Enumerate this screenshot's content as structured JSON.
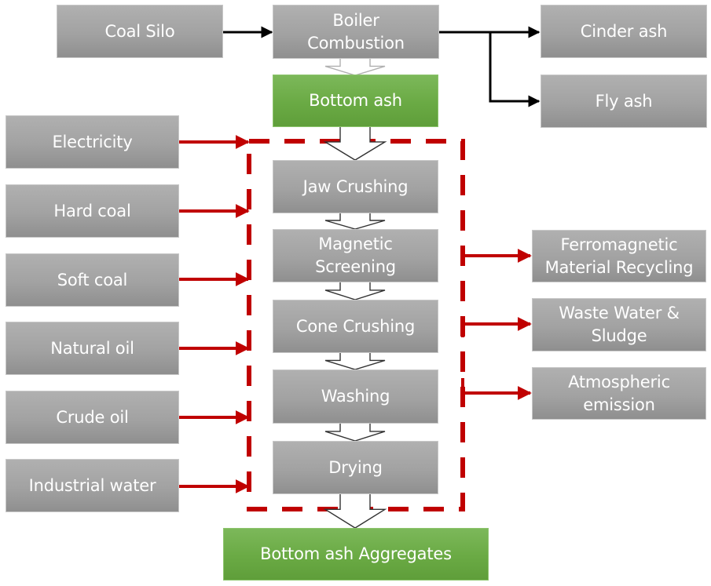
{
  "diagram": {
    "colors": {
      "process_box": "#a2a2a2",
      "product_box": "#6aaa44",
      "flow_arrow": "#000000",
      "boundary": "#c00000",
      "text": "#ffffff"
    },
    "combustion": {
      "coal_silo": "Coal Silo",
      "boiler": "Boiler\nCombustion",
      "cinder_ash": "Cinder ash",
      "fly_ash": "Fly ash",
      "bottom_ash": "Bottom ash"
    },
    "inputs": [
      {
        "label": "Electricity"
      },
      {
        "label": "Hard coal"
      },
      {
        "label": "Soft coal"
      },
      {
        "label": "Natural oil"
      },
      {
        "label": "Crude oil"
      },
      {
        "label": "Industrial water"
      }
    ],
    "process_steps": [
      {
        "label": "Jaw Crushing"
      },
      {
        "label": "Magnetic\nScreening"
      },
      {
        "label": "Cone Crushing"
      },
      {
        "label": "Washing"
      },
      {
        "label": "Drying"
      }
    ],
    "outputs": [
      {
        "label": "Ferromagnetic\nMaterial Recycling"
      },
      {
        "label": "Waste Water &\nSludge"
      },
      {
        "label": "Atmospheric\nemission"
      }
    ],
    "final_product": "Bottom ash Aggregates"
  }
}
